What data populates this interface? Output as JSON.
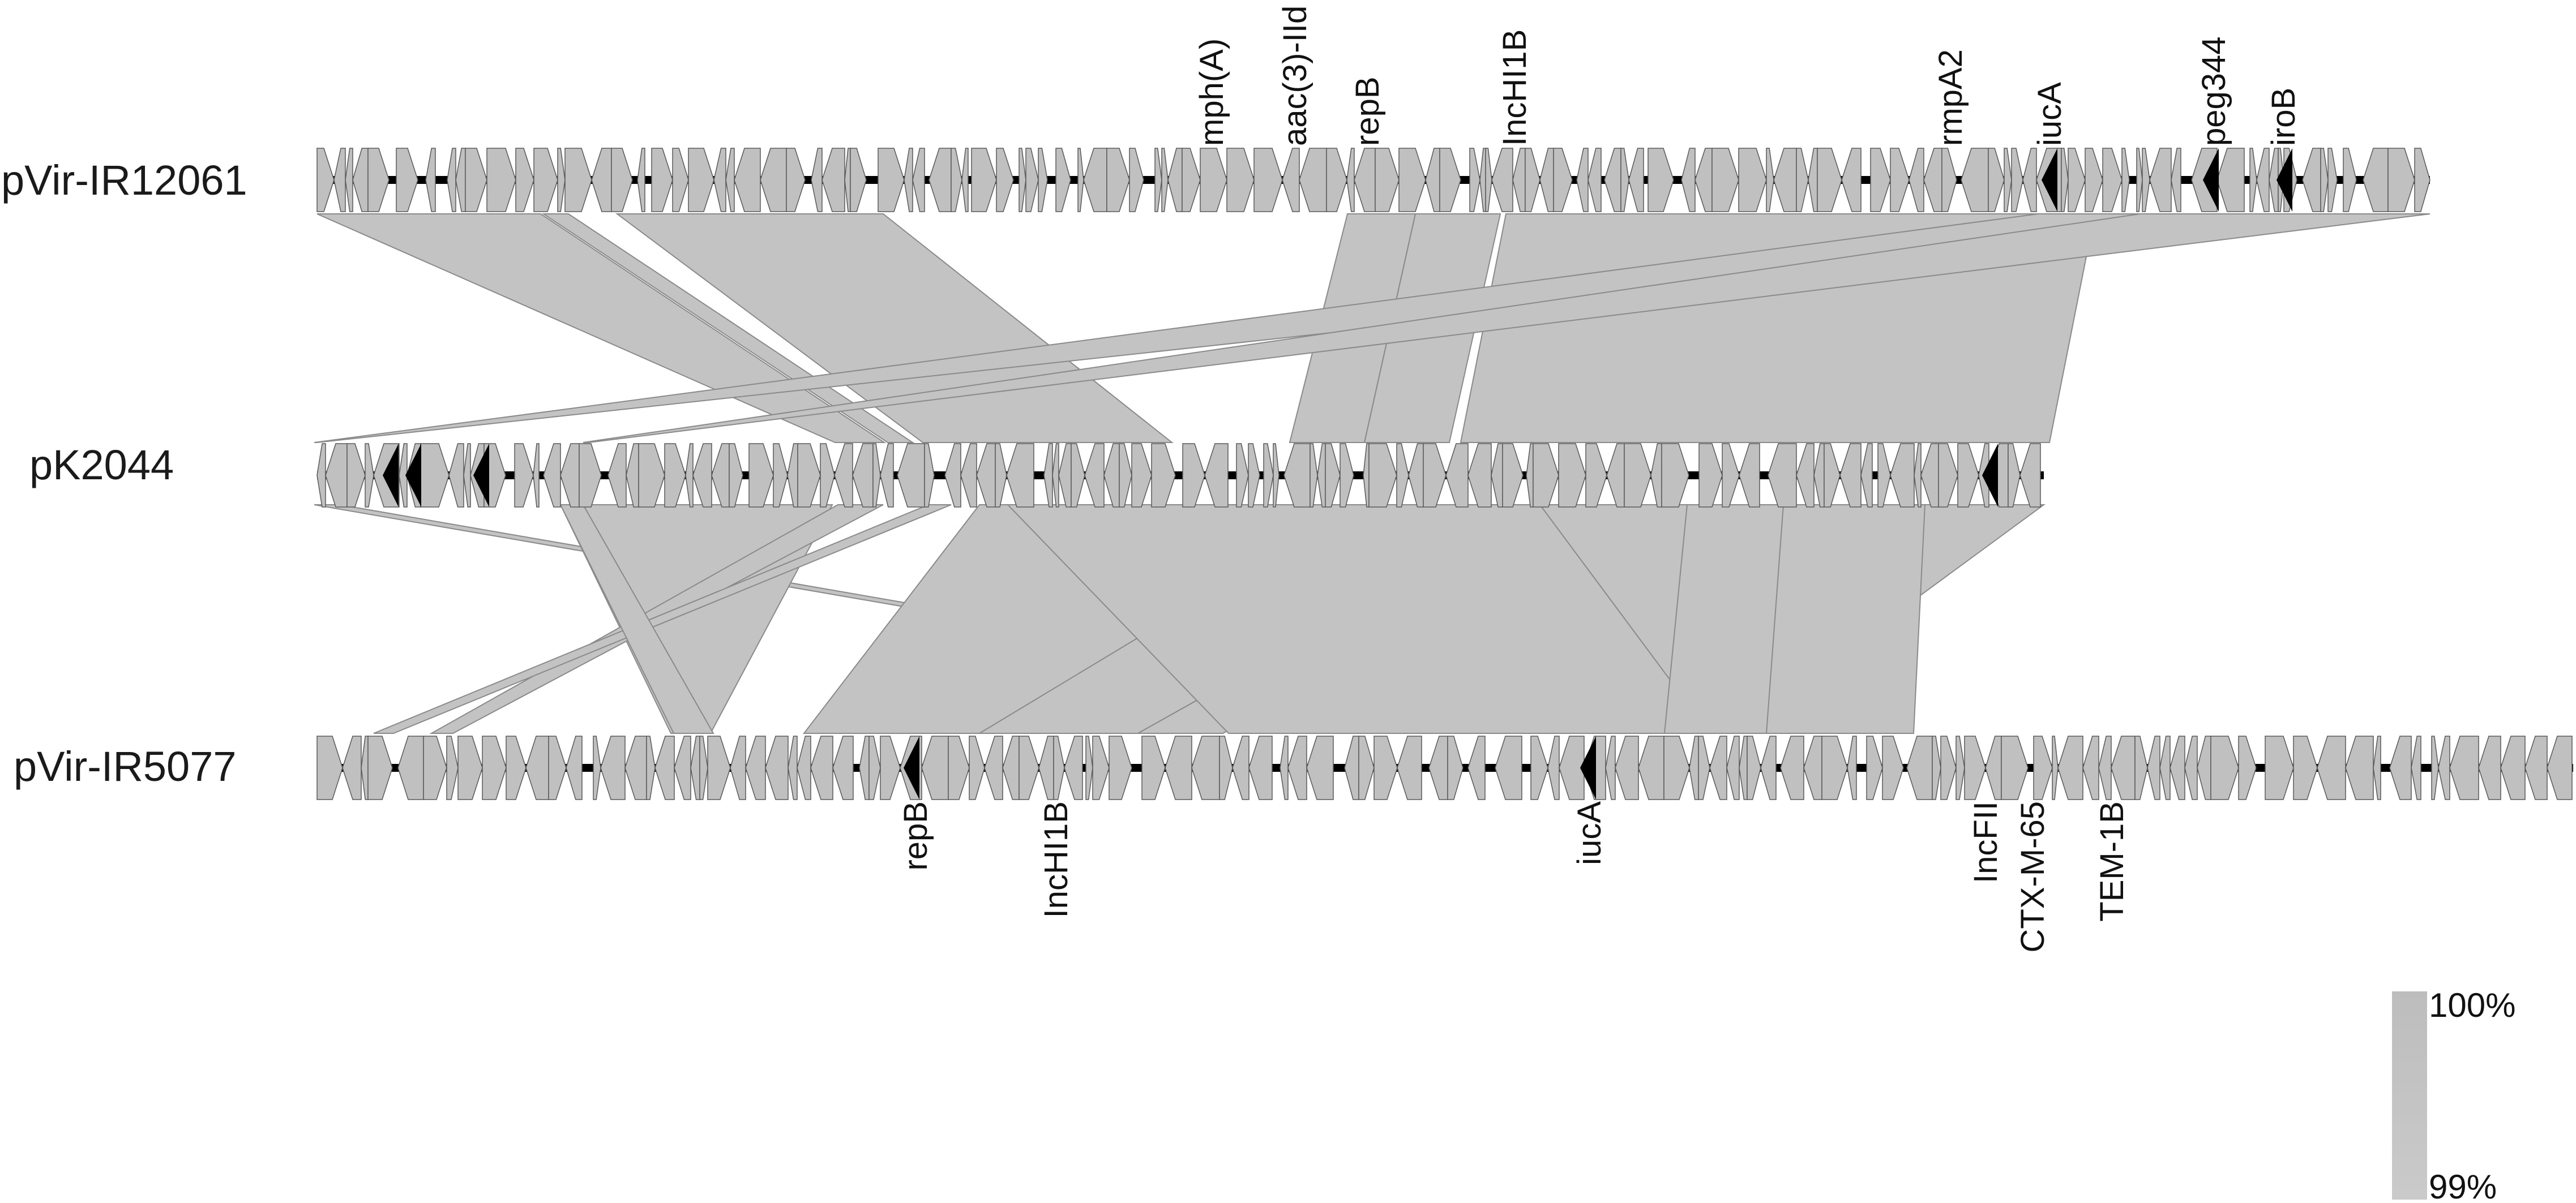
{
  "plasmids": [
    {
      "name": "pVir-IR12061"
    },
    {
      "name": "pK2044"
    },
    {
      "name": "pVir-IR5077"
    }
  ],
  "gene_labels_top": [
    {
      "text": "mph(A)"
    },
    {
      "text": "aac(3)-IId"
    },
    {
      "text": "repB"
    },
    {
      "text": "IncHI1B"
    },
    {
      "text": "rmpA2"
    },
    {
      "text": "iucA"
    },
    {
      "text": "peg344"
    },
    {
      "text": "iroB"
    }
  ],
  "gene_labels_bottom": [
    {
      "text": "repB"
    },
    {
      "text": "IncHI1B"
    },
    {
      "text": "iucA"
    },
    {
      "text": "IncFII"
    },
    {
      "text": "CTX-M-65"
    },
    {
      "text": "TEM-1B"
    }
  ],
  "legend": {
    "max": "100%",
    "min": "99%"
  },
  "colors": {
    "homology": "#c3c3c3",
    "gene": "#c0c0c0",
    "highlight_gene": "#000000",
    "backbone": "#000000"
  }
}
